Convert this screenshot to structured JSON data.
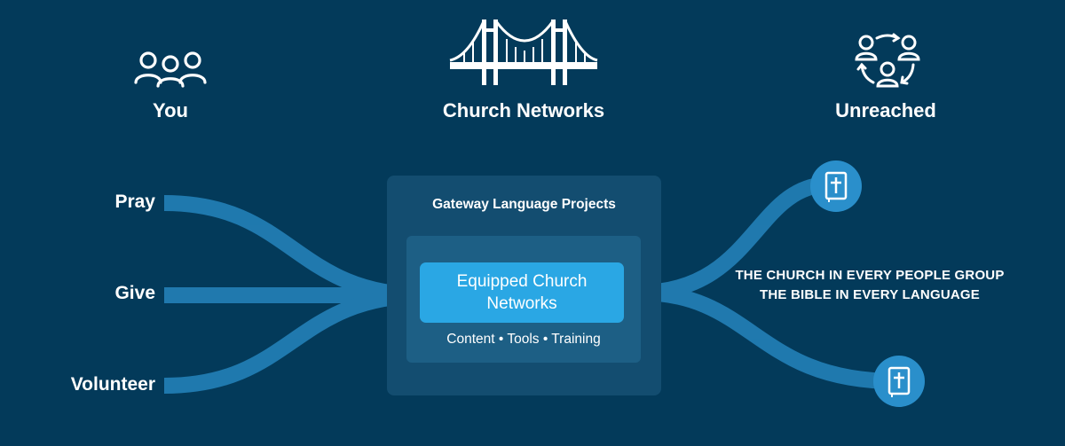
{
  "columns": {
    "you": {
      "label": "You",
      "icon": "people-group-icon"
    },
    "church_networks": {
      "label": "Church Networks",
      "icon": "bridge-icon"
    },
    "unreached": {
      "label": "Unreached",
      "icon": "people-cycle-icon"
    }
  },
  "actions": [
    "Pray",
    "Give",
    "Volunteer"
  ],
  "center": {
    "title": "Gateway Language Projects",
    "highlight": "Equipped Church Networks",
    "subtitle": "Content • Tools • Training"
  },
  "outcomes": {
    "line1": "THE CHURCH IN EVERY PEOPLE GROUP",
    "line2": "THE BIBLE IN EVERY LANGUAGE",
    "icon": "bible-icon"
  },
  "colors": {
    "background": "#033a5a",
    "stream": "#2a8fcb",
    "highlight_box": "#2aa7e4",
    "outer_box": "#134d70",
    "inner_box": "#1d5f85"
  }
}
